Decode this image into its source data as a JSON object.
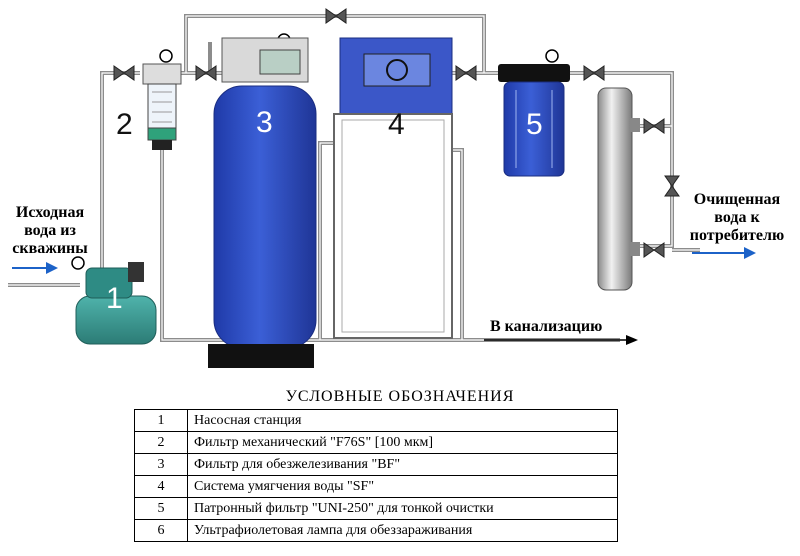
{
  "labels": {
    "source": [
      "Исходная",
      "вода  из",
      "скважины"
    ],
    "output": [
      "Очищенная",
      "вода к",
      "потребителю"
    ],
    "drain": "В канализацию"
  },
  "numbers": [
    "1",
    "2",
    "3",
    "4",
    "5"
  ],
  "legend": {
    "title": "УСЛОВНЫЕ ОБОЗНАЧЕНИЯ",
    "rows": [
      {
        "num": "1",
        "text": "Насосная станция"
      },
      {
        "num": "2",
        "text": "Фильтр механический \"F76S\"  [100 мкм]"
      },
      {
        "num": "3",
        "text": "Фильтр  для обезжелезивания  \"BF\""
      },
      {
        "num": "4",
        "text": "Система умягчения воды \"SF\""
      },
      {
        "num": "5",
        "text": "Патронный  фильтр  \"UNI-250\"  для тонкой очистки"
      },
      {
        "num": "6",
        "text": "Ультрафиолетовая лампа для обеззараживания"
      }
    ]
  },
  "colors": {
    "pipe": "#8c8c8c",
    "blue_tank": "#2f4fc4",
    "pump": "#3d9a93",
    "arrow": "#1c62c8"
  }
}
